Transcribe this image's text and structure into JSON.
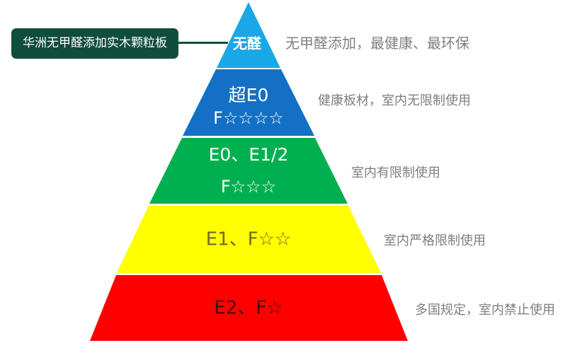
{
  "callout": {
    "label": "华洲无甲醛添加实木颗粒板"
  },
  "colors": {
    "tier1": "#1aa7e8",
    "tier2": "#1470c4",
    "tier3": "#00b050",
    "tier4": "#ffff00",
    "tier5": "#ff0000",
    "callout_bg": "#0f4d3c",
    "description_text": "#7f7f7f"
  },
  "pyramid": {
    "tiers": [
      {
        "grade": "无醛",
        "stars": "",
        "description": "无甲醛添加，最健康、最环保"
      },
      {
        "grade": "超E0",
        "stars": "F☆☆☆☆",
        "description": "健康板材，室内无限制使用"
      },
      {
        "grade": "E0、E1/2",
        "stars": "F☆☆☆",
        "description": "室内有限制使用"
      },
      {
        "grade": "E1、F☆☆",
        "stars": "",
        "description": "室内严格限制使用"
      },
      {
        "grade": "E2、F☆",
        "stars": "",
        "description": "多国规定，室内禁止使用"
      }
    ]
  }
}
